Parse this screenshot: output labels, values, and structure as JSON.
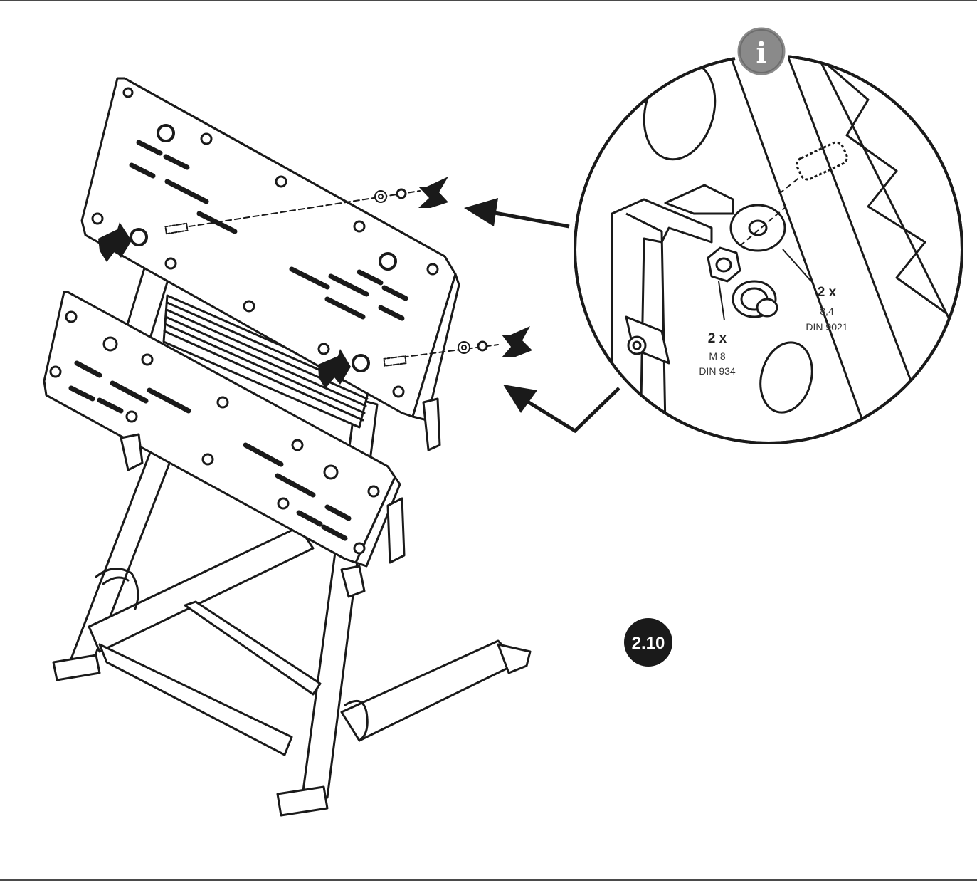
{
  "figure": {
    "step_number": "2.10",
    "info_glyph": "i",
    "icons": [
      "info-icon",
      "step-badge-icon",
      "arrow-icon"
    ],
    "callouts": {
      "washer": {
        "quantity": "2 x",
        "spec_line1": "8,4",
        "spec_line2": "DIN 9021"
      },
      "nut": {
        "quantity": "2 x",
        "spec_line1": "M 8",
        "spec_line2": "DIN 934"
      }
    },
    "colors": {
      "line": "#1a1a1a",
      "badge": "#1a1a1a",
      "info_badge": "#8a8a8a",
      "rule": "#4a4a4a"
    }
  }
}
